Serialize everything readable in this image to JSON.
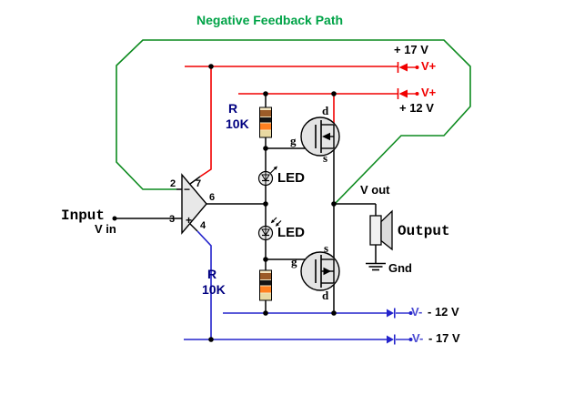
{
  "title": {
    "text": "Negative Feedback Path"
  },
  "colors": {
    "feedback_path_green": "#0c8a1e",
    "title_green": "#00a347",
    "positive_rail_red": "#f10000",
    "negative_rail_blue": "#2424cc",
    "vminus_port_text": "#4a4ad2",
    "resistor_label_navy": "#000080",
    "resistor_body": "#f4e6c0",
    "band_brown": "#9c5c28",
    "band_black": "#141414",
    "band_orange": "#ff8020",
    "band_gold": "#e9d9a2",
    "device_fill": "#e4e4e4"
  },
  "rails": {
    "p17": {
      "voltage": "+ 17 V",
      "port": "V+"
    },
    "p12": {
      "voltage": "+ 12 V",
      "port": "V+"
    },
    "n12": {
      "voltage": "- 12 V",
      "port": "V-"
    },
    "n17": {
      "voltage": "- 17 V",
      "port": "V-"
    }
  },
  "input": {
    "label": "Input",
    "net": "V in"
  },
  "output": {
    "net": "V out",
    "label": "Output",
    "ground": "Gnd"
  },
  "opamp": {
    "pin_inverting": "2",
    "pin_noninverting": "3",
    "pin_output": "6",
    "pin_vplus": "7",
    "pin_vminus": "4",
    "minus": "−",
    "plus": "+"
  },
  "resistor_top": {
    "ref": "R",
    "value": "10K"
  },
  "resistor_bottom": {
    "ref": "R",
    "value": "10K"
  },
  "led_top": {
    "label": "LED"
  },
  "led_bottom": {
    "label": "LED"
  },
  "mosfet_top": {
    "drain": "d",
    "gate": "g",
    "source": "s"
  },
  "mosfet_bottom": {
    "drain": "d",
    "gate": "g",
    "source": "s"
  }
}
